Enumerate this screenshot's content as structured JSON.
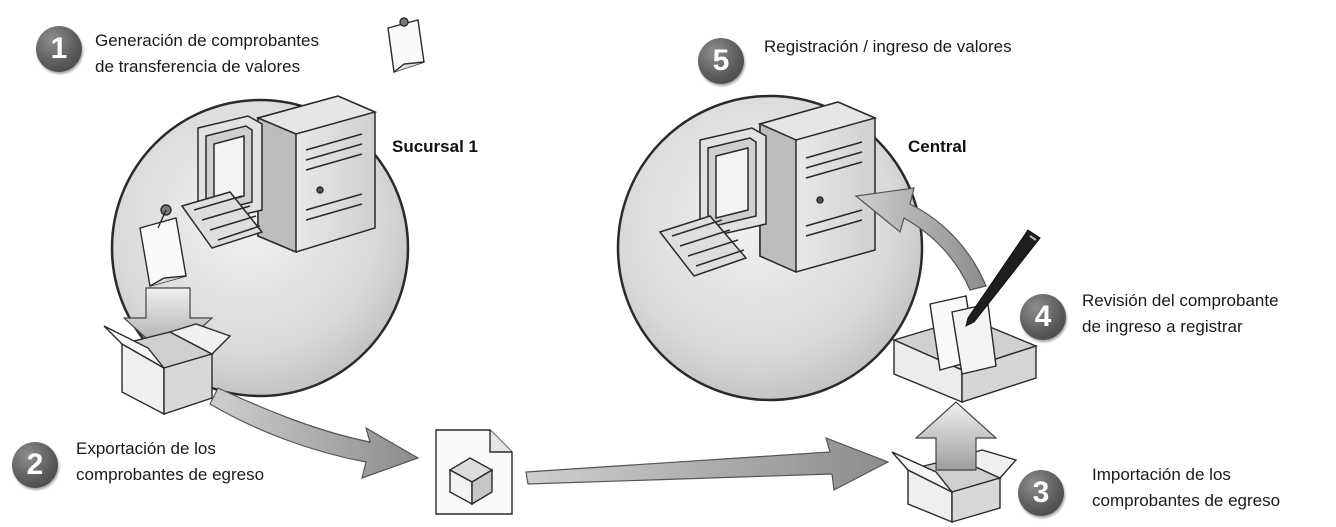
{
  "steps": {
    "s1": {
      "number": "1",
      "line1": "Generación de comprobantes",
      "line2": "de transferencia de valores"
    },
    "s2": {
      "number": "2",
      "line1": "Exportación de los",
      "line2": "comprobantes de egreso"
    },
    "s3": {
      "number": "3",
      "line1": "Importación de los",
      "line2": "comprobantes de egreso"
    },
    "s4": {
      "number": "4",
      "line1": "Revisión del comprobante",
      "line2": "de ingreso a registrar"
    },
    "s5": {
      "number": "5",
      "line1": "Registración / ingreso de valores"
    }
  },
  "sites": {
    "branch": "Sucursal 1",
    "central": "Central"
  },
  "colors": {
    "badge": "#5c5c5c",
    "arrow": "#9a9a9a",
    "circle_fill": "#dcdcdc",
    "outline": "#2a2a2a"
  },
  "icons": [
    "computer-icon",
    "document-icon",
    "box-icon",
    "file-icon",
    "pen-icon",
    "arrow-icon",
    "pin-icon"
  ]
}
